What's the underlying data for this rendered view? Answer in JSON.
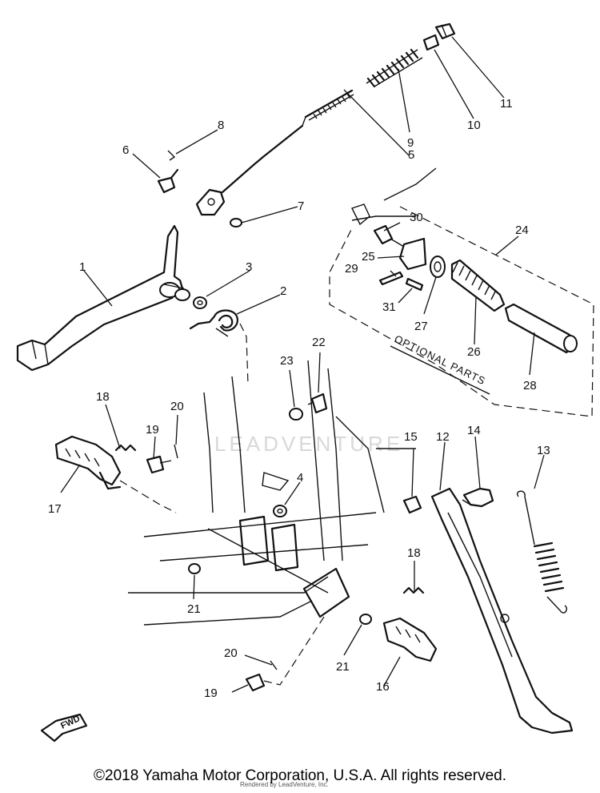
{
  "callouts": [
    "1",
    "2",
    "3",
    "4",
    "5",
    "6",
    "7",
    "8",
    "9",
    "10",
    "11",
    "12",
    "13",
    "14",
    "15",
    "16",
    "17",
    "18",
    "18",
    "19",
    "19",
    "20",
    "20",
    "21",
    "21",
    "22",
    "23",
    "24",
    "25",
    "26",
    "27",
    "28",
    "29",
    "30",
    "31"
  ],
  "optional_label": "OPTIONAL PARTS",
  "fwd_label": "FWD",
  "watermark": "LEADVENTURE",
  "credit_small": "Rendered by LeadVenture, Inc.",
  "copyright": "©2018 Yamaha Motor Corporation, U.S.A. All rights reserved."
}
